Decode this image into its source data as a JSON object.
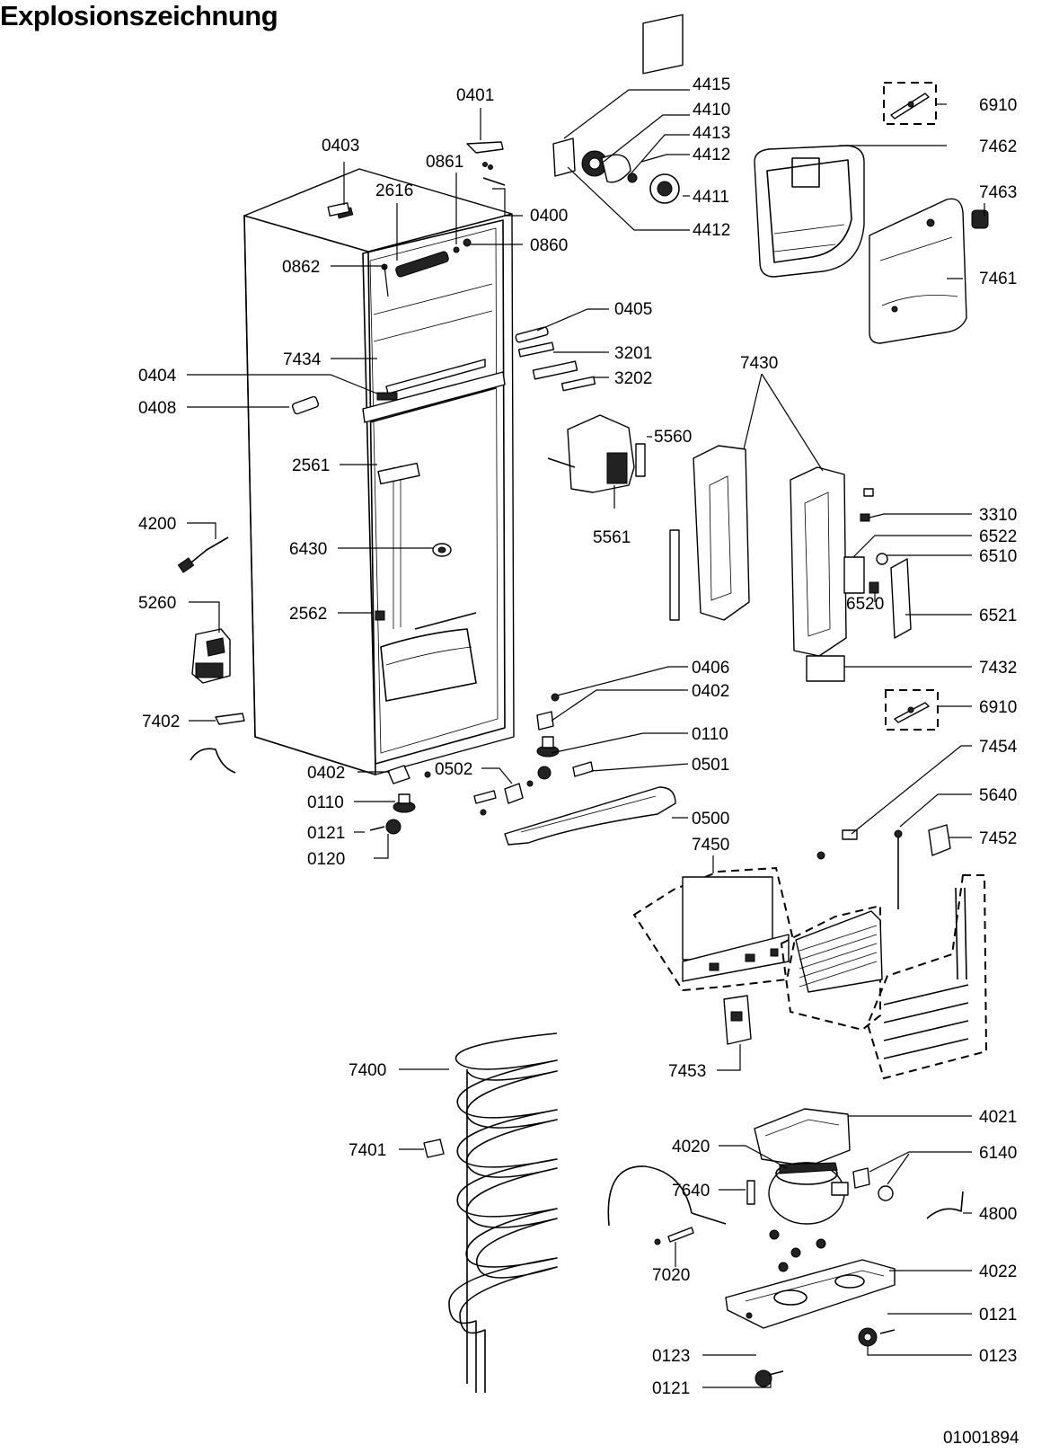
{
  "title": "Explosionszeichnung",
  "document_number": "01001894",
  "part_labels": {
    "p0401": "0401",
    "p4415": "4415",
    "p4410": "4410",
    "p4413": "4413",
    "p4412a": "4412",
    "p4411": "4411",
    "p4412b": "4412",
    "p6910a": "6910",
    "p7462": "7462",
    "p7463": "7463",
    "p7461": "7461",
    "p0403": "0403",
    "p0861": "0861",
    "p2616": "2616",
    "p0400": "0400",
    "p0860": "0860",
    "p0862": "0862",
    "p0405": "0405",
    "p3201": "3201",
    "p3202": "3202",
    "p7434": "7434",
    "p7430": "7430",
    "p0404": "0404",
    "p0408": "0408",
    "p5560": "5560",
    "p2561": "2561",
    "p5561": "5561",
    "p3310": "3310",
    "p6522": "6522",
    "p6510": "6510",
    "p4200": "4200",
    "p6430": "6430",
    "p6520": "6520",
    "p6521": "6521",
    "p5260": "5260",
    "p2562": "2562",
    "p0406": "0406",
    "p7432": "7432",
    "p0402a": "0402",
    "p6910b": "6910",
    "p7402": "7402",
    "p0110a": "0110",
    "p7454": "7454",
    "p0402b": "0402",
    "p0502": "0502",
    "p0501": "0501",
    "p0110b": "0110",
    "p0500": "0500",
    "p5640": "5640",
    "p0121a": "0121",
    "p7450": "7450",
    "p7452": "7452",
    "p0120": "0120",
    "p7453": "7453",
    "p7400": "7400",
    "p4021": "4021",
    "p4020": "4020",
    "p6140": "6140",
    "p7401": "7401",
    "p7640": "7640",
    "p4800": "4800",
    "p7020": "7020",
    "p4022": "4022",
    "p0121b": "0121",
    "p0123a": "0123",
    "p0123b": "0123",
    "p0121c": "0121"
  }
}
